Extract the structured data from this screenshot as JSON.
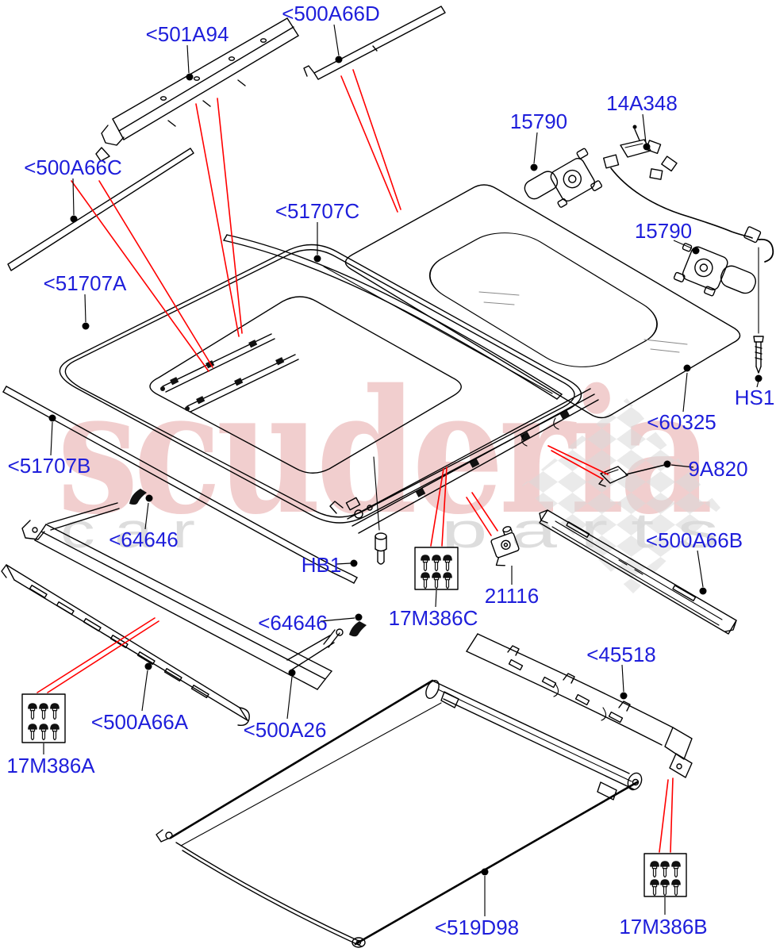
{
  "diagram": {
    "title_none_visible": "",
    "colors": {
      "label_blue": "#1e1edb",
      "arrow_red": "#ff0000",
      "line_black": "#000000",
      "watermark_pink": "#e9aeae",
      "watermark_gray": "#d8d8d8"
    },
    "watermark": {
      "brand": "scuderia",
      "tagline_left": "c a r",
      "tagline_right": "p a r t s"
    },
    "labels": [
      {
        "id": "500A66D",
        "text": "<500A66D"
      },
      {
        "id": "501A94",
        "text": "<501A94"
      },
      {
        "id": "500A66C",
        "text": "<500A66C"
      },
      {
        "id": "51707C",
        "text": "<51707C"
      },
      {
        "id": "15790-1",
        "text": "15790"
      },
      {
        "id": "14A348",
        "text": "14A348"
      },
      {
        "id": "15790-2",
        "text": "15790"
      },
      {
        "id": "51707A",
        "text": "<51707A"
      },
      {
        "id": "HS1",
        "text": "HS1"
      },
      {
        "id": "60325",
        "text": "<60325"
      },
      {
        "id": "9A820",
        "text": "9A820"
      },
      {
        "id": "51707B",
        "text": "<51707B"
      },
      {
        "id": "64646-1",
        "text": "<64646"
      },
      {
        "id": "HB1",
        "text": "HB1"
      },
      {
        "id": "17M386C",
        "text": "17M386C"
      },
      {
        "id": "21116",
        "text": "21116"
      },
      {
        "id": "500A66B",
        "text": "<500A66B"
      },
      {
        "id": "45518",
        "text": "<45518"
      },
      {
        "id": "64646-2",
        "text": "<64646"
      },
      {
        "id": "500A66A",
        "text": "<500A66A"
      },
      {
        "id": "500A26",
        "text": "<500A26"
      },
      {
        "id": "17M386A",
        "text": "17M386A"
      },
      {
        "id": "519D98",
        "text": "<519D98"
      },
      {
        "id": "17M386B",
        "text": "17M386B"
      }
    ]
  }
}
